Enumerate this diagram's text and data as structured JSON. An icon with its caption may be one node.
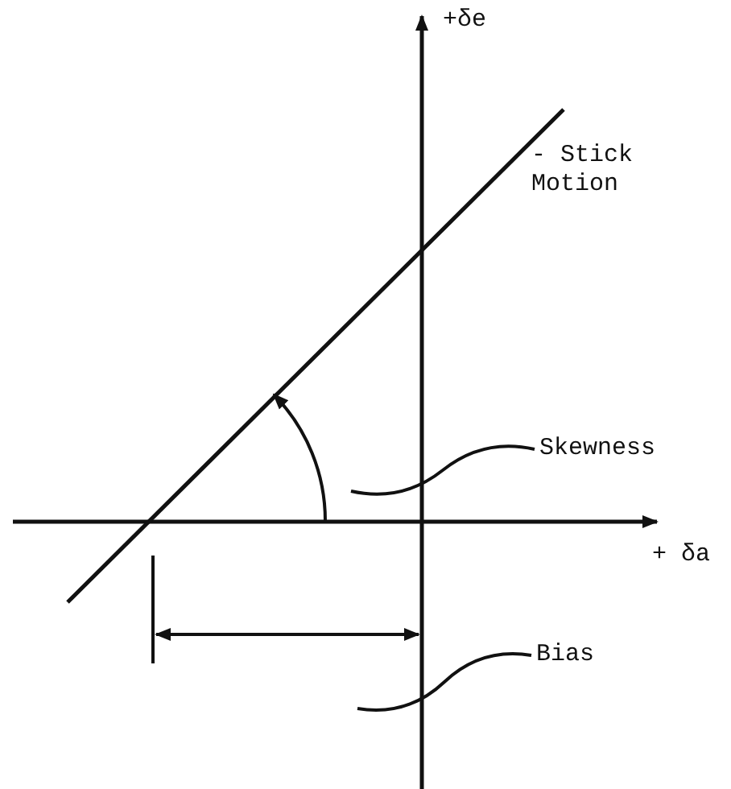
{
  "diagram": {
    "nodes": [
      {
        "text": [
          "Skewness"
        ]
      },
      {
        "text": [
          "Bias"
        ]
      }
    ],
    "edges": [
      {
        "from": 0,
        "to": null,
        "arrow": "none"
      },
      {
        "from": 1,
        "to": null,
        "arrow": "none"
      }
    ],
    "labels": [
      "+δe",
      "- Stick Motion",
      "+ δa"
    ]
  }
}
